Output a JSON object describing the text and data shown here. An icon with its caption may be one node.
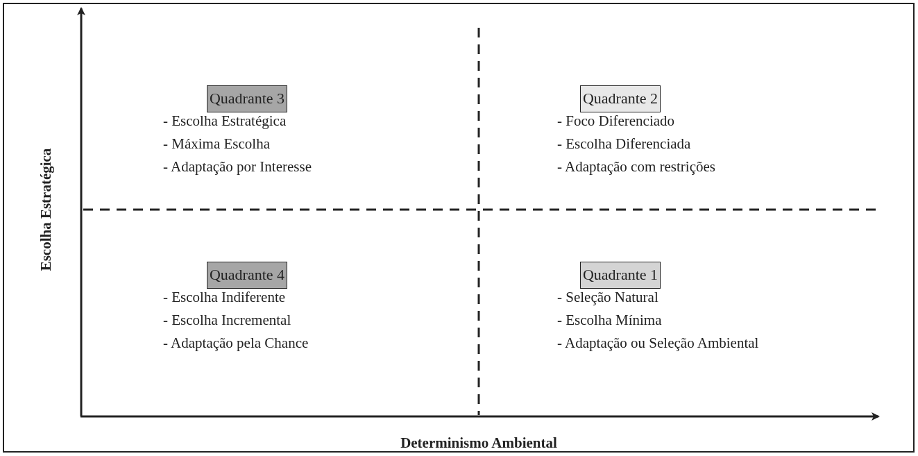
{
  "diagram": {
    "nodes": [
      {
        "text": [
          "Quadrante 3"
        ]
      },
      {
        "text": [
          "Quadrante 2"
        ]
      },
      {
        "text": [
          "Quadrante 4"
        ]
      },
      {
        "text": [
          "Quadrante 1"
        ]
      }
    ],
    "labels": [
      "Escolha Estratégica",
      "- Escolha Estratégica",
      "- Máxima Escolha",
      "- Adaptação por Interesse",
      "- Foco Diferenciado",
      "- Escolha Diferenciada",
      "- Adaptação com restrições",
      "- Escolha Indiferente",
      "- Escolha Incremental",
      "- Adaptação pela Chance",
      "- Seleção Natural",
      "- Escolha Mínima",
      "- Adaptação ou Seleção Ambiental",
      "Determinismo Ambiental"
    ]
  }
}
